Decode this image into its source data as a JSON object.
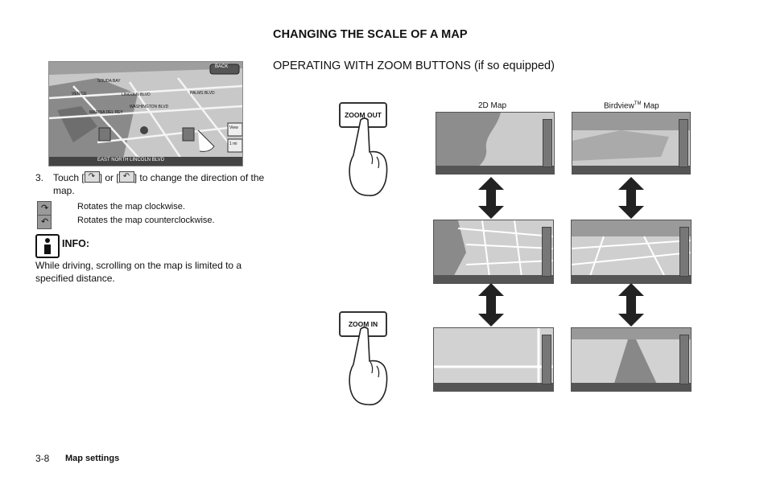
{
  "section_title": "CHANGING THE SCALE OF A MAP",
  "subheading": "OPERATING WITH ZOOM BUTTONS (if so equipped)",
  "screenshot": {
    "back_label": "BACK",
    "streets": [
      "SOUDA BAY",
      "MARINA DEL REY",
      "WASHINGTON BLVD",
      "VENICE",
      "LINCOLN BLVD",
      "PALMS BLVD"
    ],
    "view_label": "View",
    "zoom_label": "1 mi",
    "status": "EAST  NORTH  LINCOLN BLVD"
  },
  "step": {
    "number": "3.",
    "text_before": "Touch [",
    "text_middle": "] or [",
    "text_after": "] to change the direction of the map.",
    "icon_cw": "clockwise-rotate-icon",
    "icon_ccw": "counterclockwise-rotate-icon"
  },
  "rotate_items": [
    {
      "icon": "clockwise-rotate-icon",
      "text": "Rotates the map clockwise."
    },
    {
      "icon": "counterclockwise-rotate-icon",
      "text": "Rotates the map counterclockwise."
    }
  ],
  "info": {
    "label": "INFO:",
    "body": "While driving, scrolling on the map is limited to a specified distance."
  },
  "figure": {
    "label_2d": "2D Map",
    "label_birdview": "Birdview",
    "label_birdview_tm": "TM",
    "label_birdview_suffix": " Map",
    "zoom_out": "ZOOM OUT",
    "zoom_in": "ZOOM IN"
  },
  "footer": {
    "page_number": "3-8",
    "section": "Map settings"
  }
}
